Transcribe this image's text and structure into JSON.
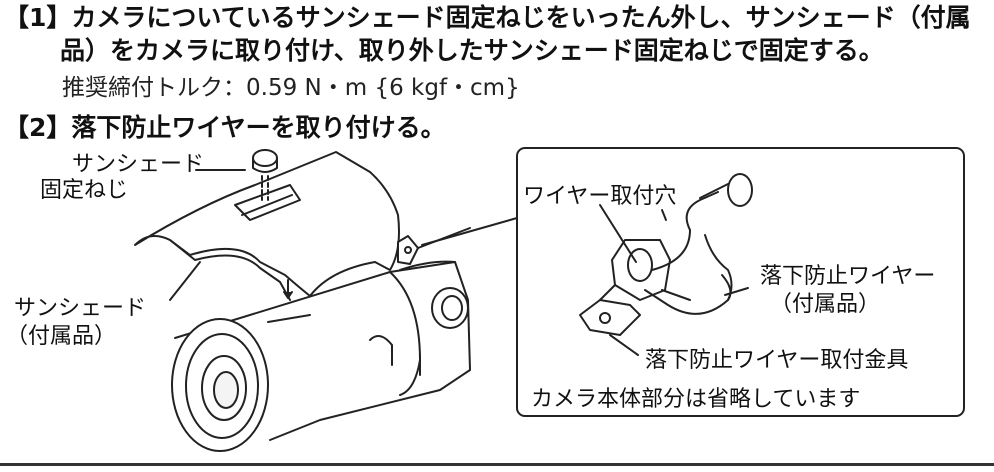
{
  "step1": {
    "line1": "【1】カメラについているサンシェード固定ねじをいったん外し、サンシェード（付属",
    "line2": "品）をカメラに取り付け、取り外したサンシェード固定ねじで固定する。",
    "torque": "推奨締付トルク：0.59 N・m {6 kgf・cm}"
  },
  "step2": {
    "title": "【2】落下防止ワイヤーを取り付ける。"
  },
  "labels": {
    "sunshade_screw_line1": "サンシェード",
    "sunshade_screw_line2": "固定ねじ",
    "sunshade_line1": "サンシェード",
    "sunshade_line2": "（付属品）",
    "wire_hole": "ワイヤー取付穴",
    "wire_line1": "落下防止ワイヤー",
    "wire_line2": "（付属品）",
    "bracket": "落下防止ワイヤー取付金具",
    "omitted_note": "カメラ本体部分は省略しています"
  }
}
